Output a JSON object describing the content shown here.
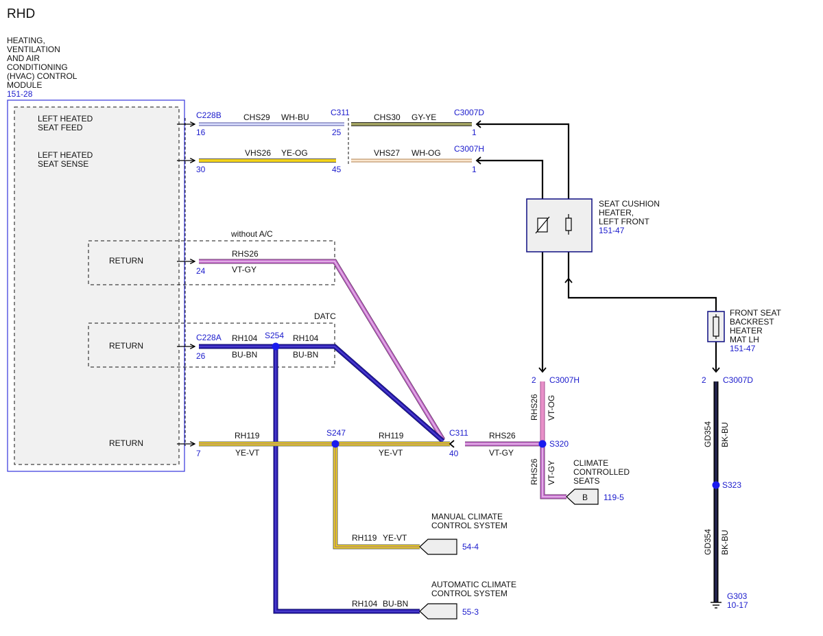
{
  "title": "RHD",
  "colors": {
    "blue_text": "#1a1acc",
    "module_border": "#3333dd",
    "white_blue": "#c8d0ff",
    "gray_yellow": "#8a8a5a",
    "yellow": "#f3d31a",
    "white_orange": "#f0c890",
    "violet_gray": "#c86ed0",
    "violet_orange": "#e890c8",
    "blue_brown": "#2a1ab0",
    "black_blue": "#111133",
    "black": "#000000"
  },
  "module": {
    "label_lines": [
      "HEATING,",
      "VENTILATION",
      "AND AIR",
      "CONDITIONING",
      "(HVAC) CONTROL",
      "MODULE"
    ],
    "ref": "151-28",
    "feed_lines": [
      "LEFT HEATED",
      "SEAT FEED"
    ],
    "sense_lines": [
      "LEFT HEATED",
      "SEAT SENSE"
    ],
    "return1": "RETURN",
    "return2": "RETURN",
    "return3": "RETURN"
  },
  "options": {
    "without_ac": "without A/C",
    "datc": "DATC"
  },
  "connectors": {
    "c228b": "C228B",
    "c228b_pin": "16",
    "c311_top": "C311",
    "c311_top_pin1": "25",
    "c311_top_pin2": "45",
    "c3007d_top": "C3007D",
    "c3007d_top_pin": "1",
    "c3007h_top": "C3007H",
    "c3007h_top_pin": "1",
    "pin30": "30",
    "pin24": "24",
    "c228a": "C228A",
    "c228a_pin": "26",
    "pin7": "7",
    "c311_mid": "C311",
    "c311_mid_pin": "40",
    "c3007h_bot": "C3007H",
    "c3007h_bot_pin": "2",
    "c3007d_bot": "C3007D",
    "c3007d_bot_pin": "2"
  },
  "splices": {
    "s254": "S254",
    "s247": "S247",
    "s320": "S320",
    "s323": "S323"
  },
  "wires": {
    "chs29": "CHS29",
    "chs29_color": "WH-BU",
    "chs30": "CHS30",
    "chs30_color": "GY-YE",
    "vhs26": "VHS26",
    "vhs26_color": "YE-OG",
    "vhs27": "VHS27",
    "vhs27_color": "WH-OG",
    "rhs26_top": "RHS26",
    "rhs26_top_color": "VT-GY",
    "rh104_a": "RH104",
    "rh104_a_color": "BU-BN",
    "rh104_b": "RH104",
    "rh104_b_color": "BU-BN",
    "rh119_a": "RH119",
    "rh119_a_color": "YE-VT",
    "rh119_b": "RH119",
    "rh119_b_color": "YE-VT",
    "rhs26_mid": "RHS26",
    "rhs26_mid_color": "VT-GY",
    "rhs26_v1": "RHS26",
    "rhs26_v1_color": "VT-OG",
    "rhs26_v2": "RHS26",
    "rhs26_v2_color": "VT-GY",
    "rh119_c": "RH119",
    "rh119_c_color": "YE-VT",
    "rh104_c": "RH104",
    "rh104_c_color": "BU-BN",
    "gd354_a": "GD354",
    "gd354_a_color": "BK-BU",
    "gd354_b": "GD354",
    "gd354_b_color": "BK-BU"
  },
  "components": {
    "seat_cushion_lines": [
      "SEAT CUSHION",
      "HEATER,",
      "LEFT FRONT"
    ],
    "seat_cushion_ref": "151-47",
    "backrest_lines": [
      "FRONT SEAT",
      "BACKREST",
      "HEATER",
      "MAT LH"
    ],
    "backrest_ref": "151-47",
    "climate_seats_lines": [
      "CLIMATE",
      "CONTROLLED",
      "SEATS"
    ],
    "climate_seats_tag": "B",
    "climate_seats_ref": "119-5",
    "manual_lines": [
      "MANUAL CLIMATE",
      "CONTROL SYSTEM"
    ],
    "manual_ref": "54-4",
    "auto_lines": [
      "AUTOMATIC CLIMATE",
      "CONTROL SYSTEM"
    ],
    "auto_ref": "55-3",
    "ground": "G303",
    "ground_ref": "10-17"
  }
}
